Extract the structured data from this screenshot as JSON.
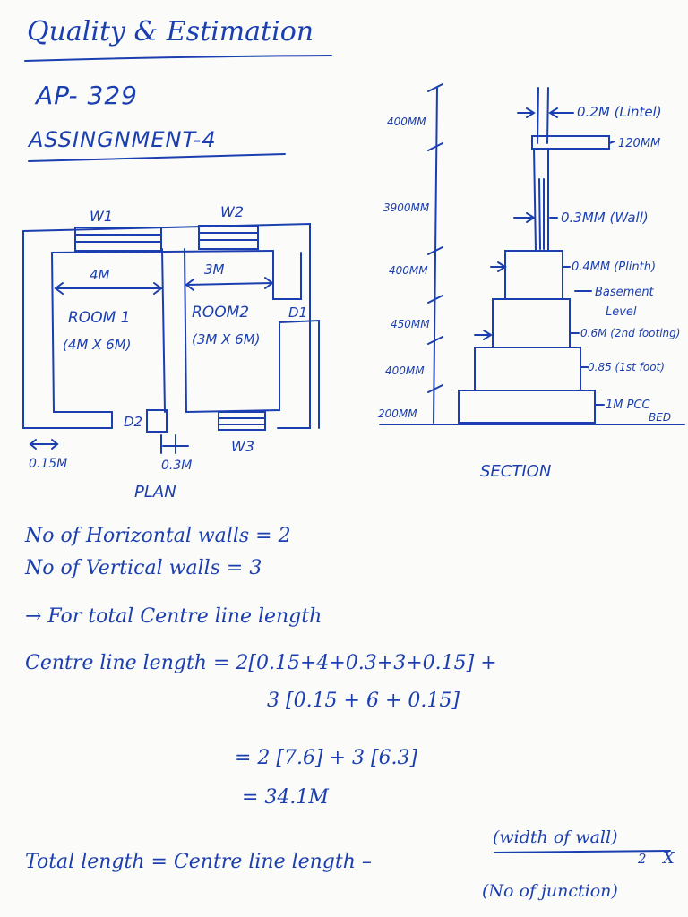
{
  "heading": {
    "title": "Quality & Estimation",
    "course": "AP- 329",
    "assignment": "ASSINGNMENT-4"
  },
  "plan": {
    "windows": [
      "W1",
      "W2",
      "W3"
    ],
    "rooms": [
      {
        "width_label": "4M",
        "name": "ROOM 1",
        "size": "(4M X 6M)"
      },
      {
        "width_label": "3M",
        "name": "ROOM2",
        "size": "(3M X 6M)"
      }
    ],
    "doors": [
      "D1",
      "D2"
    ],
    "dim_outer_wall": "0.15M",
    "dim_inner_wall": "0.3M",
    "caption": "PLAN"
  },
  "section": {
    "heights": [
      "400MM",
      "3900MM",
      "400MM",
      "450MM",
      "400MM",
      "200MM"
    ],
    "labels": {
      "lintel": "0.2M (Lintel)",
      "lintel_depth": "120MM",
      "wall": "0.3MM (Wall)",
      "plinth": "0.4MM (Plinth)",
      "basement": "Basement",
      "level": "Level",
      "footing2": "0.6M (2nd footing)",
      "footing1": "0.85 (1st foot)",
      "pcc": "1M PCC",
      "bed": "BED"
    },
    "caption": "SECTION"
  },
  "calc": {
    "line1": "No of Horizontal walls = 2",
    "line2": "No of Vertical walls = 3",
    "line3": "→ For total Centre line length",
    "line4": "Centre line length = 2[0.15+4+0.3+3+0.15] +",
    "line5": "3 [0.15 + 6 + 0.15]",
    "line6": "= 2 [7.6] + 3 [6.3]",
    "line7": "= 34.1M",
    "line8a": "Total length = Centre line length –",
    "line8b": "(width of wall)",
    "line8c": "2",
    "line8d": "X",
    "line9": "(No of junction)"
  }
}
